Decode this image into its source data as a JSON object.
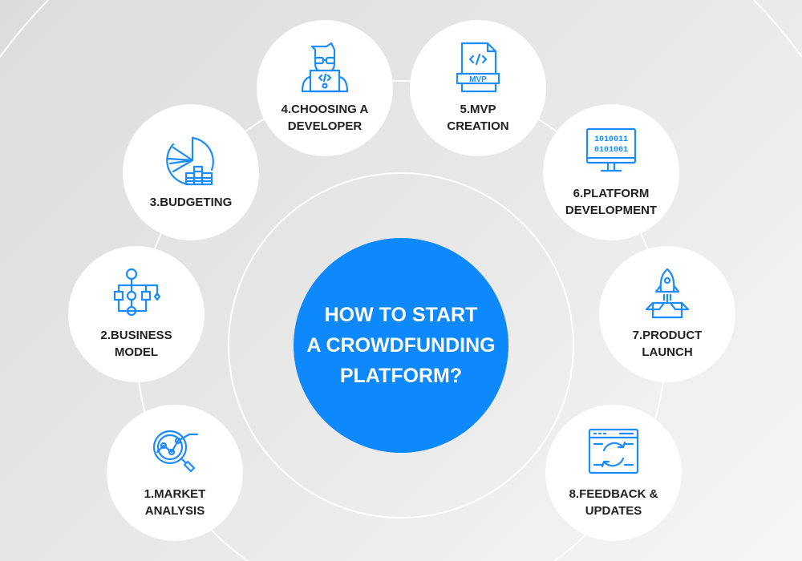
{
  "title": [
    "HOW TO START",
    "A CROWDFUNDING",
    "PLATFORM?"
  ],
  "colors": {
    "accent": "#0d88fd",
    "icon": "#1a8cff",
    "text": "#222222"
  },
  "steps": [
    {
      "lines": [
        "1.MARKET",
        "ANALYSIS"
      ],
      "icon": "magnifier-chart-icon"
    },
    {
      "lines": [
        "2.BUSINESS",
        "MODEL"
      ],
      "icon": "flowchart-icon"
    },
    {
      "lines": [
        "3.BUDGETING"
      ],
      "icon": "pie-chart-coins-icon"
    },
    {
      "lines": [
        "4.CHOOSING A",
        "DEVELOPER"
      ],
      "icon": "developer-laptop-icon"
    },
    {
      "lines": [
        "5.MVP",
        "CREATION"
      ],
      "icon": "mvp-file-icon",
      "icon_text": "MVP"
    },
    {
      "lines": [
        "6.PLATFORM",
        "DEVELOPMENT"
      ],
      "icon": "binary-monitor-icon",
      "icon_text": [
        "1010011",
        "0101001"
      ]
    },
    {
      "lines": [
        "7.PRODUCT",
        "LAUNCH"
      ],
      "icon": "rocket-box-icon"
    },
    {
      "lines": [
        "8.FEEDBACK &",
        "UPDATES"
      ],
      "icon": "browser-refresh-icon"
    }
  ]
}
